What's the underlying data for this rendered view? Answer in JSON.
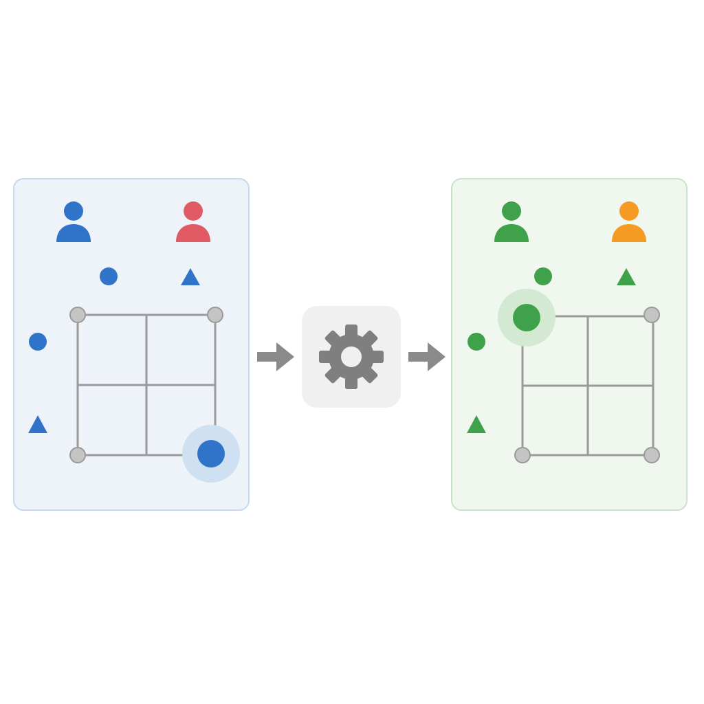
{
  "diagram": {
    "input_panel": {
      "theme": "blue",
      "fill": "#eef3fa",
      "border": "#c5d8ee",
      "agents": [
        {
          "icon": "person-icon",
          "color": "#2f74c9"
        },
        {
          "icon": "person-icon",
          "color": "#e05a63"
        }
      ],
      "markers": [
        {
          "shape": "circle",
          "color": "#2f74c9"
        },
        {
          "shape": "triangle",
          "color": "#2f74c9"
        },
        {
          "shape": "circle",
          "color": "#2f74c9"
        },
        {
          "shape": "triangle",
          "color": "#2f74c9"
        }
      ],
      "grid": {
        "rows": 2,
        "cols": 2,
        "line_color": "#9a9a9a",
        "node_color": "#c4c4c4"
      },
      "highlighted_node": {
        "corner": "bottom-right",
        "color": "#2f74c9",
        "halo": "#cfe0f2"
      }
    },
    "processor": {
      "icon": "gear-icon",
      "fill": "#f0f0f0",
      "icon_color": "#7f7f7f"
    },
    "arrows": {
      "icon": "arrow-right-icon",
      "color": "#8a8a8a"
    },
    "output_panel": {
      "theme": "green",
      "fill": "#f0f7ef",
      "border": "#c9e3c6",
      "agents": [
        {
          "icon": "person-icon",
          "color": "#3fa14a"
        },
        {
          "icon": "person-icon",
          "color": "#f59a23"
        }
      ],
      "markers": [
        {
          "shape": "circle",
          "color": "#3fa14a"
        },
        {
          "shape": "triangle",
          "color": "#3fa14a"
        },
        {
          "shape": "circle",
          "color": "#3fa14a"
        },
        {
          "shape": "triangle",
          "color": "#3fa14a"
        }
      ],
      "grid": {
        "rows": 2,
        "cols": 2,
        "line_color": "#9a9a9a",
        "node_color": "#c4c4c4"
      },
      "highlighted_node": {
        "corner": "top-left",
        "color": "#3fa14a",
        "halo": "#d3e9d1"
      }
    }
  }
}
